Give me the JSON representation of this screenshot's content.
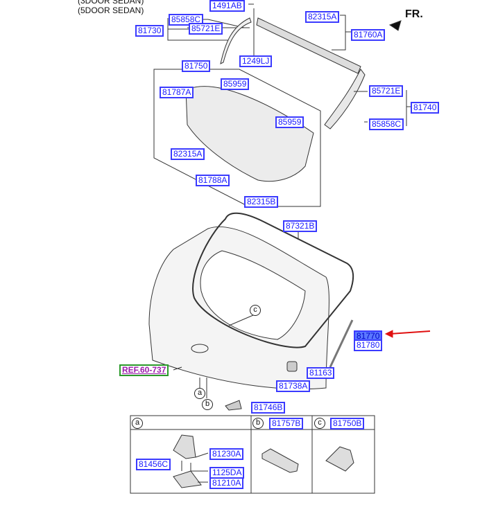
{
  "notes": [
    "(3DOOR SEDAN)",
    "(5DOOR SEDAN)"
  ],
  "direction_label": "FR.",
  "labels": {
    "p1491AB": "1491AB",
    "p85858C_top": "85858C",
    "p81730": "81730",
    "p85721E_top": "85721E",
    "p1249LJ": "1249LJ",
    "p82315A_top": "82315A",
    "p81760A": "81760A",
    "p81750": "81750",
    "p81787A": "81787A",
    "p85959_a": "85959",
    "p85959_b": "85959",
    "p82315A_mid": "82315A",
    "p81788A": "81788A",
    "p82315B": "82315B",
    "p85721E_right": "85721E",
    "p81740": "81740",
    "p85858C_right": "85858C",
    "p87321B": "87321B",
    "p81770": "81770",
    "p81780": "81780",
    "p81163": "81163",
    "p81738A": "81738A",
    "p81746B": "81746B",
    "ref": "REF.60-737"
  },
  "callouts": {
    "a": "a",
    "b": "b",
    "c": "c"
  },
  "table": {
    "col_a": {
      "key": "a",
      "parts": [
        "81230A",
        "81456C",
        "1125DA",
        "81210A"
      ]
    },
    "col_b": {
      "key": "b",
      "part": "81757B"
    },
    "col_c": {
      "key": "c",
      "part": "81750B"
    }
  },
  "colors": {
    "label_border": "#3a3aff",
    "label_text": "#1a1aff",
    "highlight": "#5a78ff",
    "arrow": "#e01010",
    "ref_border": "#2a9a2a",
    "ref_text": "#9a1aaa"
  }
}
